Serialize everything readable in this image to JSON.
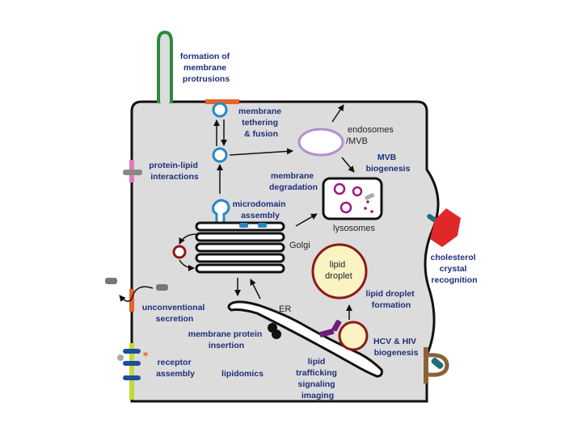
{
  "colors": {
    "label_blue": "#1e2f7a",
    "cell_fill": "#dcdcdc",
    "outline": "#111111",
    "vesicle_blue": "#2a86c8",
    "protrusion_green": "#2c8a3a",
    "magenta": "#a0157e",
    "dark_red": "#8b1a1a",
    "orange": "#e8622a",
    "pink": "#e27ab4",
    "receptor_lime": "#c6d93a",
    "receptor_navy": "#1f4e9c",
    "crystal_red": "#e02828",
    "droplet_yellow": "#fbf3c2",
    "brown": "#8a6238",
    "teal": "#1c6f7a",
    "purple": "#6b1f78",
    "grey": "#888888"
  },
  "organelles": {
    "endosomes": [
      "endosomes",
      "/MVB"
    ],
    "lysosomes": "lysosomes",
    "golgi": "Golgi",
    "er": "ER",
    "lipid_droplet": [
      "lipid",
      "droplet"
    ]
  },
  "labels": {
    "protrusions": [
      "formation of",
      "membrane",
      "protrusions"
    ],
    "tethering": [
      "membrane",
      "tethering",
      "& fusion"
    ],
    "protein_lipid": [
      "protein-lipid",
      "interactions"
    ],
    "mvb_biogenesis": [
      "MVB",
      "biogenesis"
    ],
    "membrane_degradation": [
      "membrane",
      "degradation"
    ],
    "microdomain": [
      "microdomain",
      "assembly"
    ],
    "cholesterol": [
      "cholesterol",
      "crystal",
      "recognition"
    ],
    "lipid_droplet_formation": [
      "lipid droplet",
      "formation"
    ],
    "unconventional_secretion": [
      "unconventional",
      "secretion"
    ],
    "membrane_protein_insertion": [
      "membrane protein",
      "insertion"
    ],
    "hcv_hiv": [
      "HCV & HIV",
      "biogenesis"
    ],
    "receptor_assembly": [
      "receptor",
      "assembly"
    ],
    "lipidomics": [
      "lipidomics"
    ],
    "lipid_trafficking": [
      "lipid",
      "trafficking",
      "signaling",
      "imaging"
    ]
  }
}
